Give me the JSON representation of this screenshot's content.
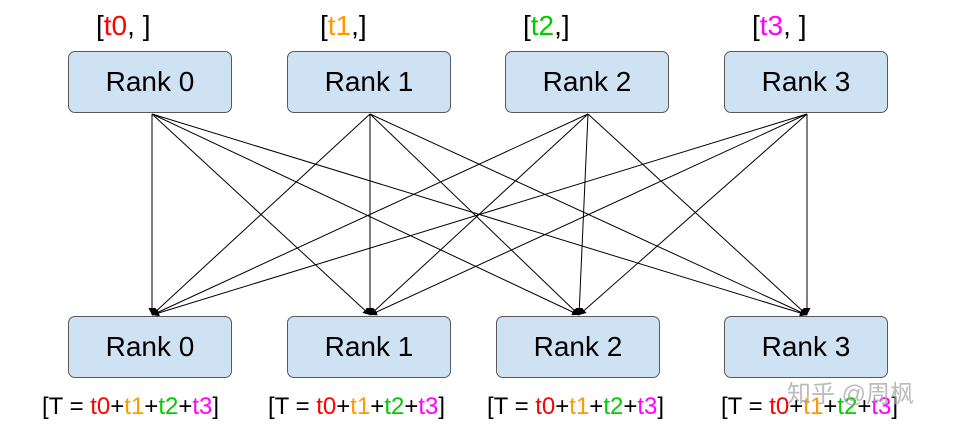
{
  "colors": {
    "box_fill": "#cfe2f3",
    "box_border": "#595959",
    "edge": "#000000",
    "t0": "#ff0000",
    "t1": "#ff9900",
    "t2": "#00cc00",
    "t3": "#ff00ff",
    "watermark": "#a6a6a6"
  },
  "top_row": [
    {
      "label": "Rank 0",
      "tag": {
        "open": "[",
        "token": "t0",
        "close": ", ]",
        "color": "#ff0000"
      }
    },
    {
      "label": "Rank 1",
      "tag": {
        "open": "[",
        "token": "t1",
        "close": ",]",
        "color": "#ff9900"
      }
    },
    {
      "label": "Rank 2",
      "tag": {
        "open": "[",
        "token": "t2",
        "close": ",]",
        "color": "#00cc00"
      }
    },
    {
      "label": "Rank 3",
      "tag": {
        "open": "[",
        "token": "t3",
        "close": ", ]",
        "color": "#ff00ff"
      }
    }
  ],
  "bottom_row": [
    {
      "label": "Rank 0"
    },
    {
      "label": "Rank 1"
    },
    {
      "label": "Rank 2"
    },
    {
      "label": "Rank 3"
    }
  ],
  "sum": {
    "prefix": "[T = ",
    "t0": "t0",
    "plus1": "+",
    "t1": "t1",
    "plus2": "+",
    "t2": "t2",
    "plus3": "+",
    "t3": "t3",
    "suffix": "]"
  },
  "edges": {
    "from": "top_row",
    "to": "bottom_row",
    "pattern": "all-to-all"
  },
  "watermark": "知乎 @周枫"
}
